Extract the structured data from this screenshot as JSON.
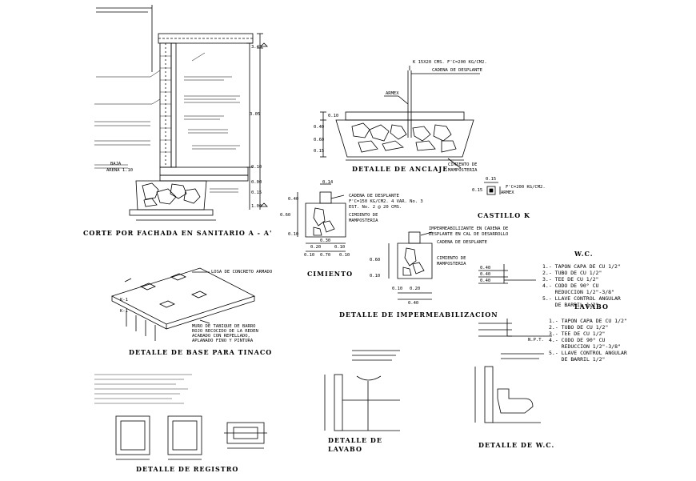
{
  "titles": {
    "corte": "CORTE POR FACHADA EN SANITARIO A - A'",
    "anclaje": "DETALLE DE ANCLAJE",
    "castillo": "CASTILLO K",
    "cimiento": "CIMIENTO",
    "impermeabilizacion": "DETALLE DE IMPERMEABILIZACION",
    "base_tinaco": "DETALLE DE BASE PARA TINACO",
    "registro": "DETALLE DE REGISTRO",
    "lavabo_detalle_1": "DETALLE DE",
    "lavabo_detalle_2": "LAVABO",
    "wc_detalle": "DETALLE DE W.C."
  },
  "anclaje": {
    "castillo_note": "K 15X20 CMS. F'C=200 KG/CM2.",
    "cadena": "CADENA DE DESPLANTE",
    "armex": "ARMEX",
    "cimiento_1": "CIMIENTO DE",
    "cimiento_2": "MAMPOSTERIA",
    "dims": [
      "0.10",
      "0.40",
      "0.60",
      "0.15"
    ]
  },
  "castillo_k": {
    "dims": [
      "0.15",
      "0.15"
    ],
    "fc": "F'C=200 KG/CM2.",
    "armex": "ARMEX"
  },
  "cimiento_detail": {
    "cadena_1": "CADENA DE DESPLANTE",
    "cadena_2": "F'C=150 KG/CM2. 4 VAR. No. 3",
    "cadena_3": "EST. No. 2 @ 20 CMS.",
    "cim_1": "CIMIENTO DE",
    "cim_2": "MAMPOSTERIA",
    "dims": [
      "0.14",
      "0.40",
      "0.60",
      "0.10",
      "0.30",
      "0.70",
      "0.20",
      "0.10",
      "0.10",
      "0.10"
    ]
  },
  "imperm": {
    "note_1": "IMPERMEABILIZANTE EN CADENA DE",
    "note_2": "DESPLANTE EN CAL DE DESARROLLO",
    "cadena": "CADENA DE DESPLANTE",
    "cim_1": "CIMIENTO DE",
    "cim_2": "MAMPOSTERIA",
    "dims": [
      "0.60",
      "0.10",
      "0.40",
      "0.20",
      "0.10"
    ]
  },
  "wc": {
    "heading": "W.C.",
    "items": [
      "1.- TAPON CAPA DE CU 1/2\"",
      "2.- TUBO DE CU 1/2\"",
      "3.- TEE DE CU 1/2\"",
      "4.- CODO DE 90° CU",
      "    REDUCCION 1/2\"-3/8\"",
      "5.- LLAVE CONTROL ANGULAR",
      "    DE BARRIL 1/2\""
    ],
    "dims": [
      "0.40",
      "0.40",
      "0.40"
    ]
  },
  "lavabo": {
    "heading": "LAVABO",
    "items": [
      "1.- TAPON CAPA DE CU 1/2\"",
      "2.- TUBO DE CU 1/2\"",
      "3.- TEE DE CU 1/2\"",
      "4.- CODO DE 90° CU",
      "    REDUCCION 1/2\"-3/8\"",
      "5.- LLAVE CONTROL ANGULAR",
      "    DE BARRIL 1/2\""
    ],
    "npt": "N.P.T."
  },
  "tinaco": {
    "losa": "LOSA DE CONCRETO ARMADO",
    "muro_1": "MURO DE TABIQUE DE BARRO",
    "muro_2": "ROJO RECOCIDO DE LA REDEN",
    "muro_3": "ACABADO CON REPELLADO,",
    "muro_4": "APLANADO FINO Y PINTURA",
    "k_label": "K-1"
  },
  "corte": {
    "elev": [
      "3.45",
      "3.05",
      "0.10",
      "0.00",
      "0.15",
      "1.00"
    ],
    "ref": "ARENA 1.10",
    "sub": "BAJA"
  }
}
